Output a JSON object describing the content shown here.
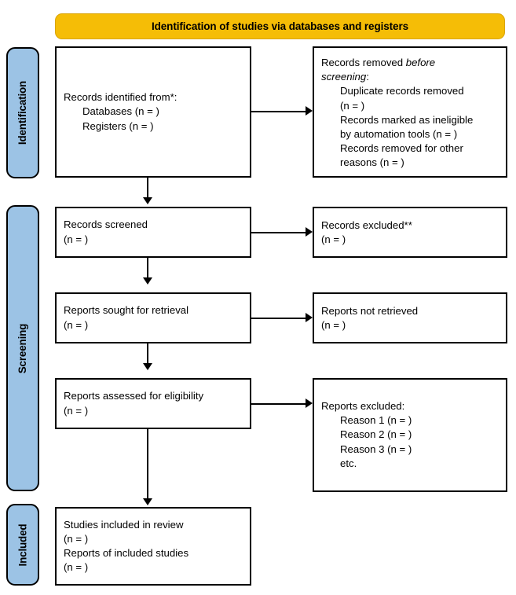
{
  "diagram": {
    "title": "Identification of studies via databases and registers",
    "type": "PRISMA flow diagram"
  },
  "banner": {
    "label": "Identification of studies via databases and registers",
    "color": "#F5BD06"
  },
  "stages": [
    {
      "label": "Identification",
      "color": "#9CC3E5"
    },
    {
      "label": "Screening",
      "color": "#9CC3E5"
    },
    {
      "label": "Included",
      "color": "#9CC3E5"
    }
  ],
  "boxes": {
    "records_identified": {
      "lines": [
        "Records identified from*:",
        "Databases (n = )",
        "Registers (n = )"
      ]
    },
    "records_removed": {
      "line1_prefix": "Records removed ",
      "line1_italic": "before",
      "line2_italic": "screening",
      "line2_suffix": ":",
      "lines": [
        "Duplicate records removed",
        "(n = )",
        "Records marked as ineligible",
        "by automation tools (n = )",
        "Records removed for other",
        "reasons (n = )"
      ]
    },
    "records_screened": {
      "lines": [
        "Records screened",
        "(n = )"
      ]
    },
    "records_excluded": {
      "lines": [
        "Records excluded**",
        "(n = )"
      ]
    },
    "reports_sought": {
      "lines": [
        "Reports sought for retrieval",
        "(n = )"
      ]
    },
    "reports_not_retrieved": {
      "lines": [
        "Reports not retrieved",
        "(n = )"
      ]
    },
    "reports_assessed": {
      "lines": [
        "Reports assessed for eligibility",
        "(n = )"
      ]
    },
    "reports_excluded": {
      "heading": "Reports excluded:",
      "lines": [
        "Reason 1 (n = )",
        "Reason 2 (n = )",
        "Reason 3 (n = )",
        "etc."
      ]
    },
    "studies_included": {
      "lines": [
        "Studies included in review",
        "(n = )",
        "Reports of included studies",
        "(n = )"
      ]
    }
  }
}
